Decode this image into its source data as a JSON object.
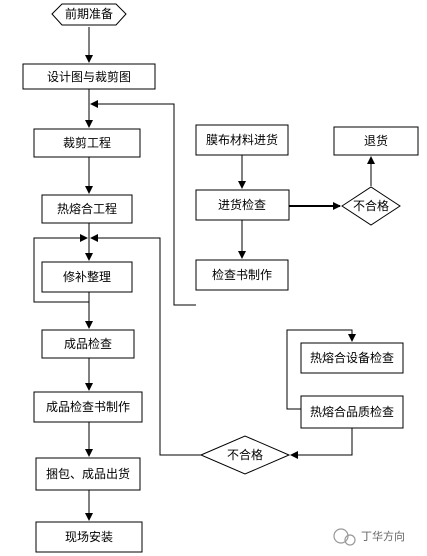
{
  "nodes": {
    "start": "前期准备",
    "design": "设计图与裁剪图",
    "cutting": "裁剪工程",
    "heat_fuse": "热熔合工程",
    "repair": "修补整理",
    "product_check": "成品检查",
    "product_report": "成品检查书制作",
    "packing": "捆包、成品出货",
    "install": "现场安装",
    "membrane_in": "膜布材料进货",
    "incoming_check": "进货检查",
    "report_make": "检查书制作",
    "return": "退货",
    "reject_top": "不合格",
    "device_check": "热熔合设备检查",
    "quality_check": "热熔合品质检查",
    "reject_bottom": "不合格"
  },
  "watermark": {
    "text": "丁华方向"
  }
}
